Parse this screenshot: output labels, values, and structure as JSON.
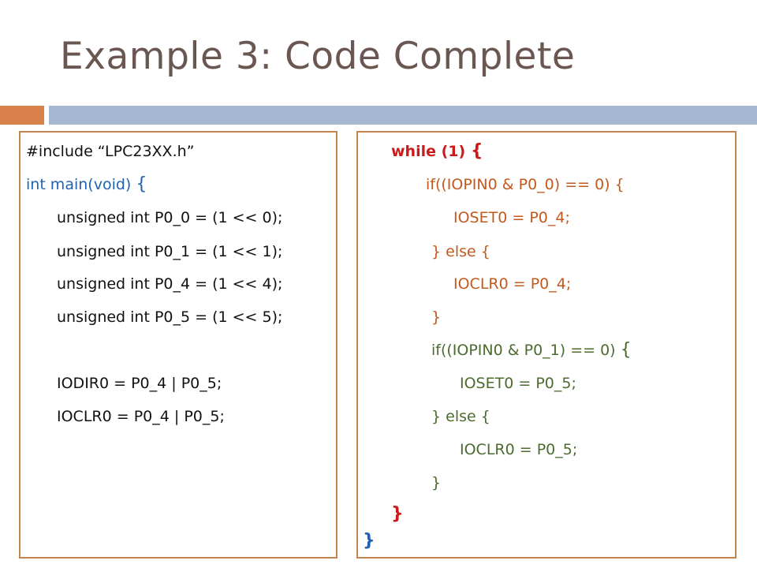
{
  "slide": {
    "title": "Example 3: Code Complete"
  },
  "left_code": {
    "include": "#include “LPC23XX.h”",
    "main_sig": "int  main(void)",
    "main_brace": "{",
    "decl_p0_0": "unsigned int  P0_0 = (1 << 0);",
    "decl_p0_1": "unsigned int  P0_1 = (1 << 1);",
    "decl_p0_4": "unsigned int  P0_4 = (1 << 4);",
    "decl_p0_5": "unsigned int  P0_5 = (1 << 5);",
    "iodir": "IODIR0 =  P0_4  | P0_5;",
    "ioclr": "IOCLR0 =  P0_4 | P0_5;"
  },
  "right_code": {
    "while_text": "while (1)",
    "while_brace": "{",
    "if1": "if((IOPIN0 & P0_0) == 0) {",
    "ioset_p04": "IOSET0 = P0_4;",
    "else1": "} else {",
    "ioclr_p04": "IOCLR0 = P0_4;",
    "close1": "}",
    "if2_text": "if((IOPIN0 & P0_1) == 0)",
    "if2_brace": "{",
    "ioset_p05": "IOSET0 = P0_5;",
    "else2": "} else {",
    "ioclr_p05": "IOCLR0 = P0_5;",
    "close2": "}",
    "close_while": "}",
    "close_main": "}"
  },
  "colors": {
    "title": "#6a5752",
    "accent_orange": "#d8814a",
    "accent_blue": "#a6b7d1",
    "box_border": "#c5854e",
    "code_blue": "#1f62b5",
    "code_red": "#cc1a1a",
    "code_orange": "#c4591d",
    "code_green": "#4b6b2f"
  }
}
